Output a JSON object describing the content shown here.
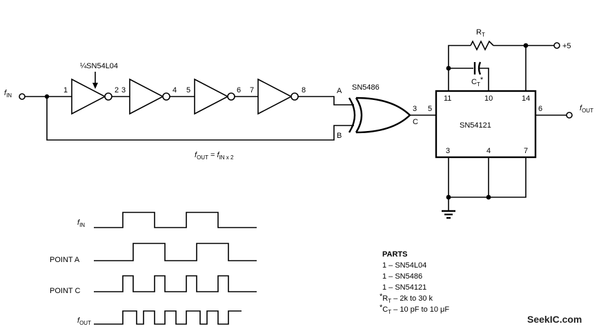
{
  "labels": {
    "f_in": "f",
    "f_in_sub": "IN",
    "f_out": "f",
    "f_out_sub": "OUT",
    "plus5": "+5",
    "rt": "R",
    "rt_sub": "T",
    "ct": "C",
    "ct_sub": "T",
    "ct_star": "*",
    "formula_f": "f",
    "formula_out": "OUT",
    "formula_eq": " = ",
    "formula_f2": "f",
    "formula_in": "IN x 2",
    "gate_xor": "SN5486",
    "chip_121": "SN54121",
    "inverter_part": "¼SN54L04",
    "input_a": "A",
    "input_b": "B",
    "output_c": "C"
  },
  "pins": {
    "inv1_in": "1",
    "inv1_out": "2",
    "inv2_in": "3",
    "inv2_out": "4",
    "inv3_in": "5",
    "inv3_out": "6",
    "inv4_in": "7",
    "inv4_out": "8",
    "xor_out": "3",
    "ic_p5": "5",
    "ic_p11": "11",
    "ic_p10": "10",
    "ic_p14": "14",
    "ic_p6": "6",
    "ic_p3": "3",
    "ic_p4": "4",
    "ic_p7": "7"
  },
  "waveforms": [
    {
      "label": "f",
      "sub": "IN"
    },
    {
      "label": "POINT A",
      "sub": ""
    },
    {
      "label": "POINT C",
      "sub": ""
    },
    {
      "label": "f",
      "sub": "OUT"
    }
  ],
  "parts": {
    "title": "PARTS",
    "line1": "1  –  SN54L04",
    "line2": "1  –  SN5486",
    "line3": "1  –  SN54121",
    "line4_star": "*",
    "line4_r": "R",
    "line4_sub": "T",
    "line4_rest": " –  2k to 30 k",
    "line5_star": "*",
    "line5_c": "C",
    "line5_sub": "T",
    "line5_rest": "  –  10 pF to 10 μF"
  },
  "watermark": "SeekIC.com"
}
